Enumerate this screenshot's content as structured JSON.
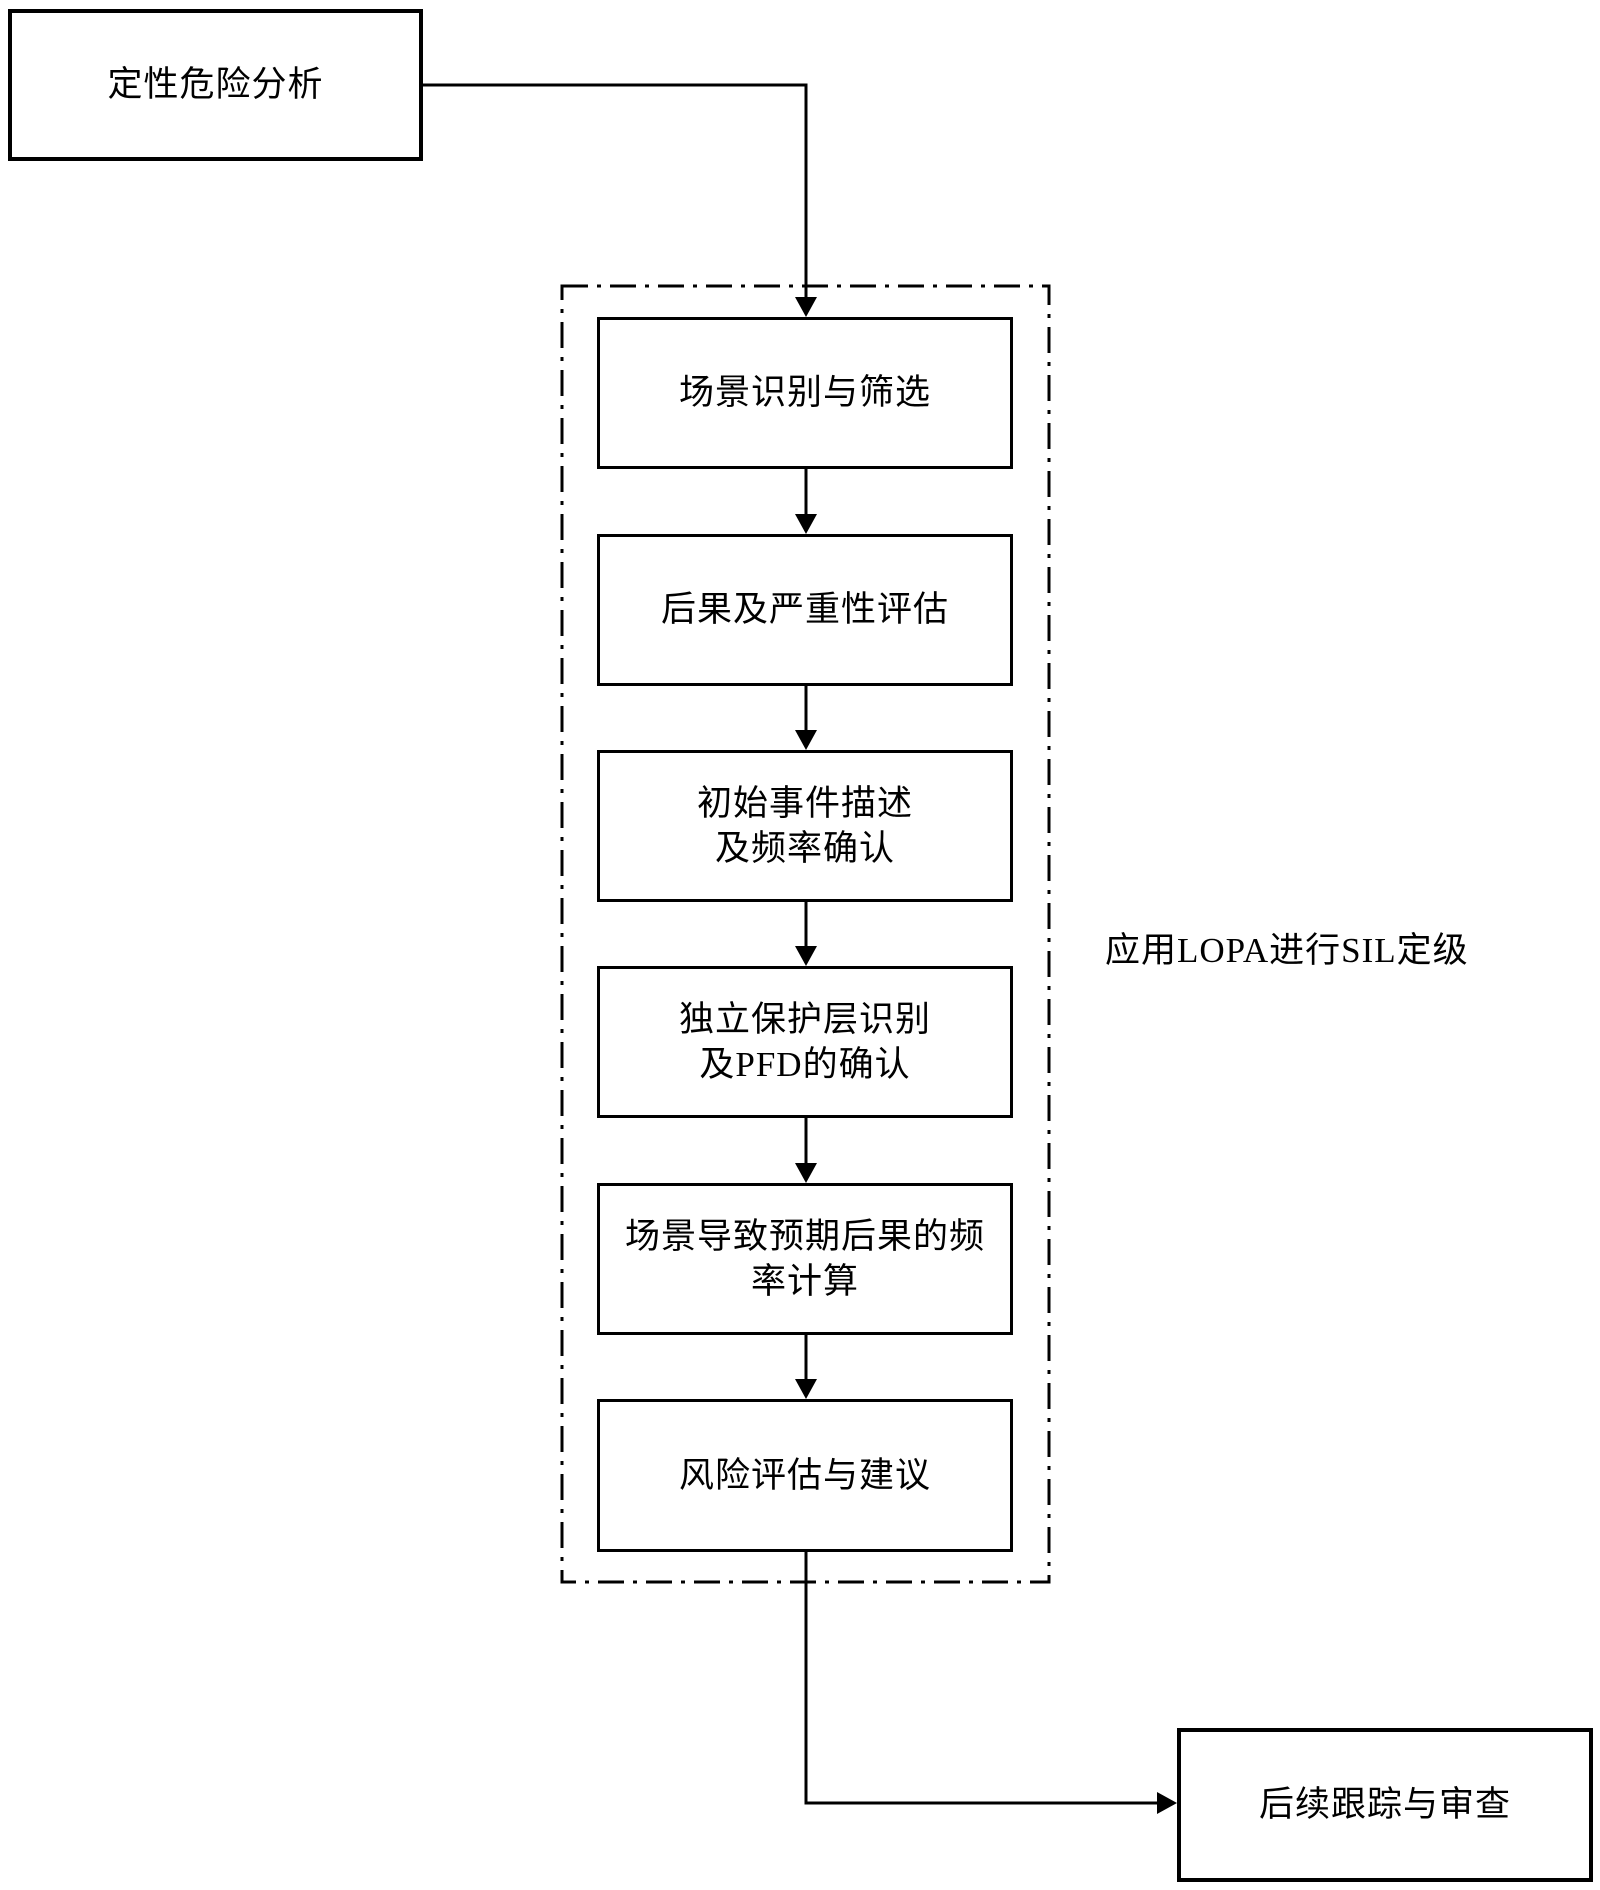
{
  "diagram": {
    "nodes": {
      "qualitative": {
        "label": "定性危险分析"
      },
      "steps": [
        {
          "label": "场景识别与筛选"
        },
        {
          "label": "后果及严重性评估"
        },
        {
          "label": "初始事件描述\n及频率确认"
        },
        {
          "label": "独立保护层识别\n及PFD的确认"
        },
        {
          "label": "场景导致预期后果的频\n率计算"
        },
        {
          "label": "风险评估与建议"
        }
      ],
      "followup": {
        "label": "后续跟踪与审查"
      }
    },
    "annotations": {
      "lopa_group_label": "应用LOPA进行SIL定级"
    },
    "colors": {
      "stroke": "#000000",
      "background": "#ffffff"
    }
  }
}
